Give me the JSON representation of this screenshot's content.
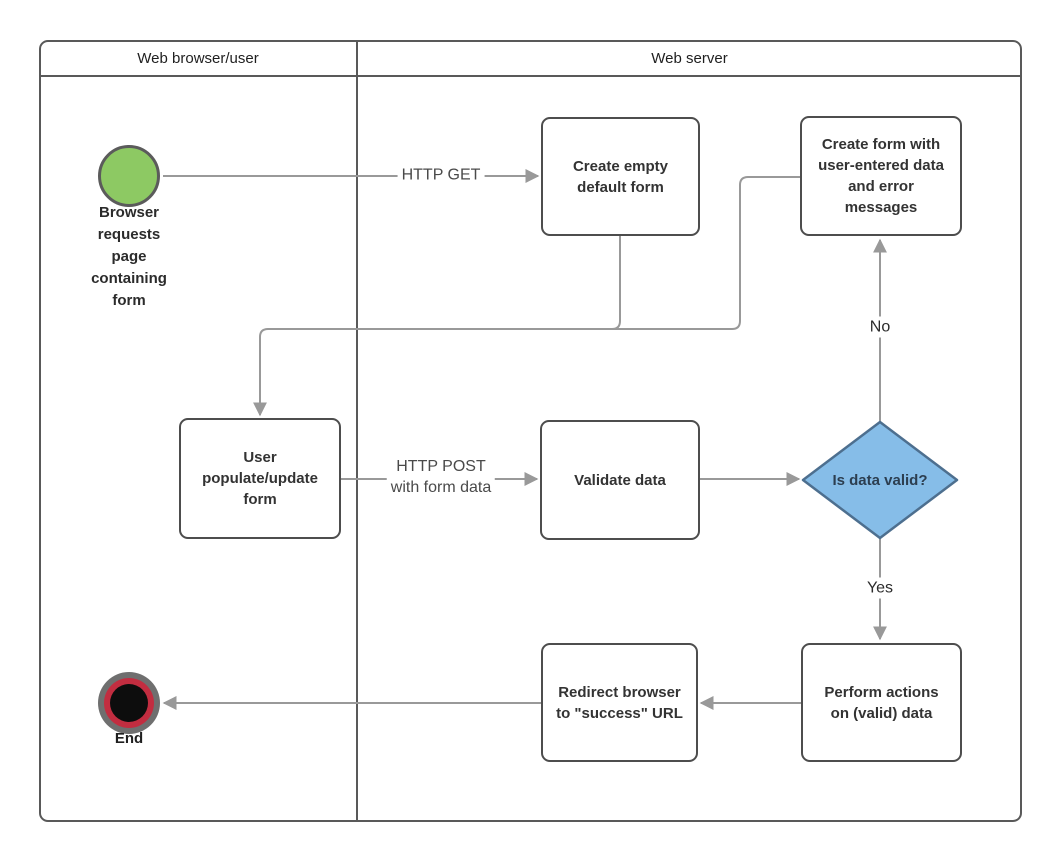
{
  "pool": {
    "lanes": [
      {
        "title": "Web browser/user"
      },
      {
        "title": "Web server"
      }
    ]
  },
  "nodes": {
    "start_label": "Browser requests page containing form",
    "create_empty": "Create empty default form",
    "create_form_errors": "Create form with user-entered data and error messages",
    "user_populate": "User populate/update form",
    "validate": "Validate data",
    "decision": "Is data valid?",
    "perform_actions": "Perform actions on (valid) data",
    "redirect": "Redirect browser to \"success\" URL",
    "end_label": "End"
  },
  "edge_labels": {
    "http_get": "HTTP GET",
    "http_post": [
      "HTTP POST",
      "with form data"
    ],
    "no": "No",
    "yes": "Yes"
  },
  "colors": {
    "connector": "#999999",
    "node_border": "#4d4d4d",
    "node_fill": "#ffffff",
    "pool_border": "#595959",
    "start_fill": "#8dc963",
    "decision_fill": "#86bde8",
    "decision_border": "#4d6f8f",
    "end_outer": "#6f6f6f",
    "end_ring": "#c22d40",
    "end_core": "#0d0d0d"
  }
}
